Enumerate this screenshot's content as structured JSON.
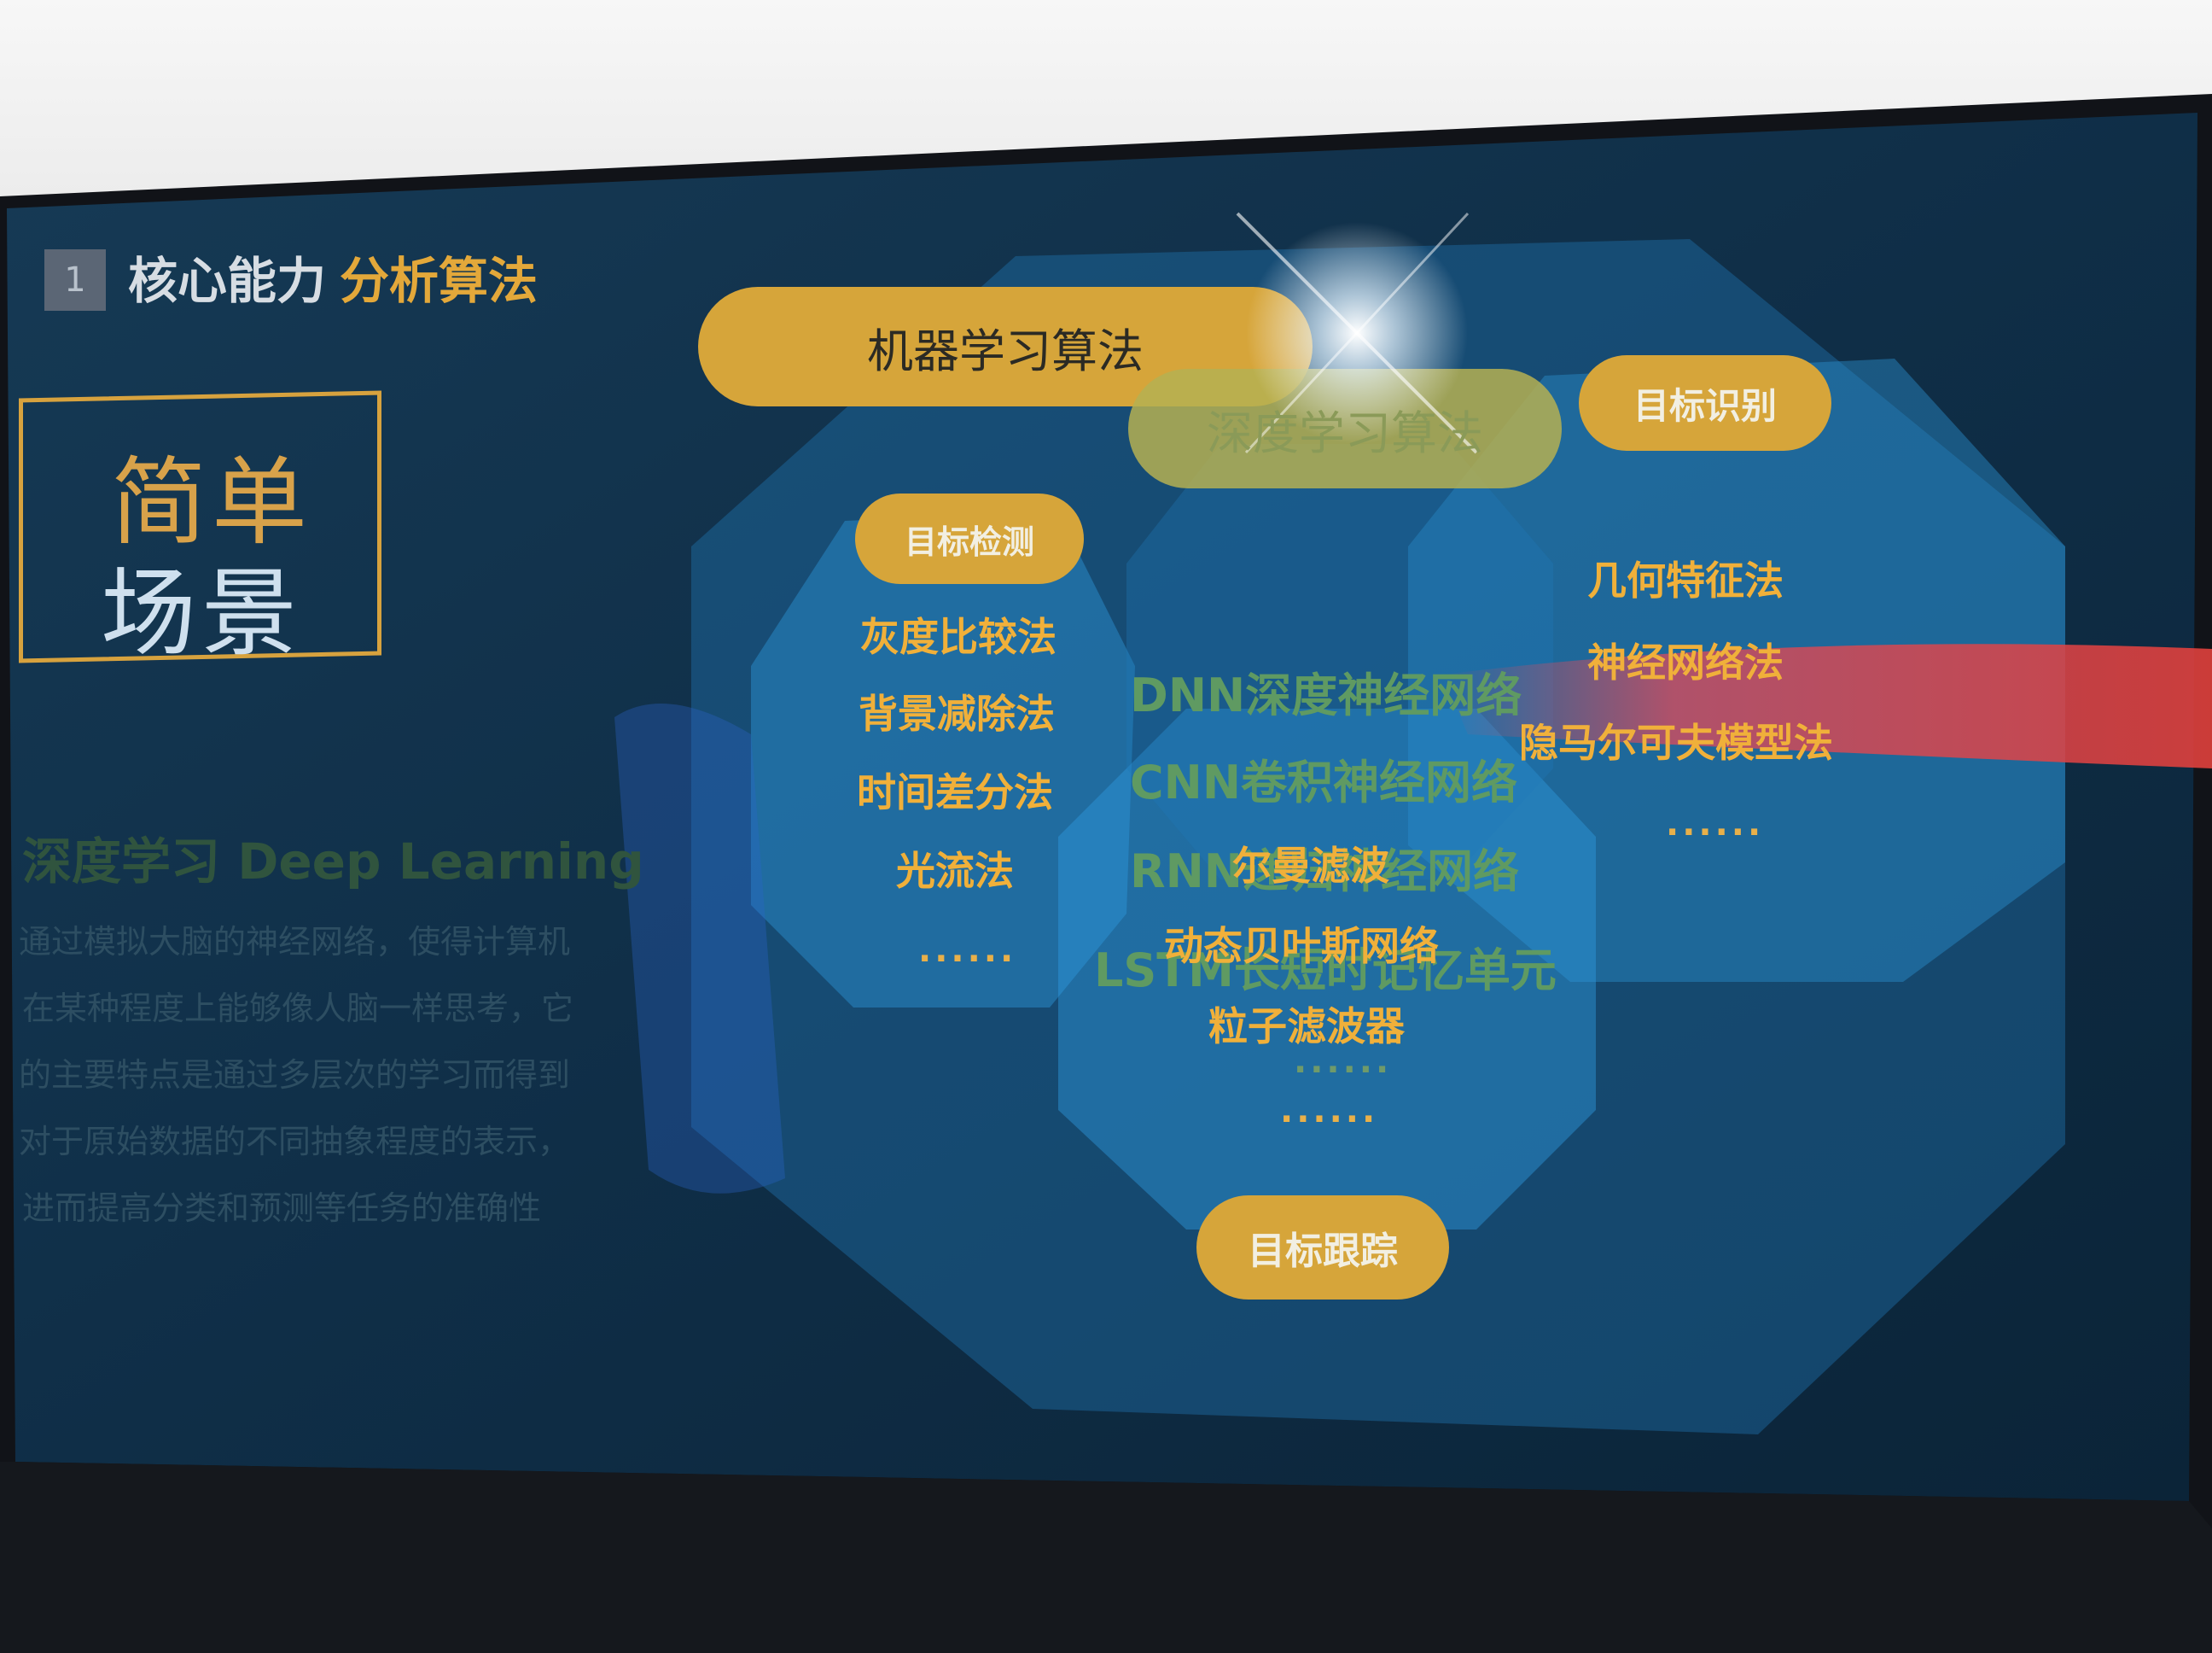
{
  "header": {
    "number": "1",
    "title_part1": "核心能力",
    "title_part2": "分析算法"
  },
  "scene": {
    "line1": "简单",
    "line2": "场景"
  },
  "deep_learning": {
    "title": "深度学习 Deep Learning",
    "lines": [
      "通过模拟大脑的神经网络，使得计算机",
      "在某种程度上能够像人脑一样思考，它",
      "的主要特点是通过多层次的学习而得到",
      "对于原始数据的不同抽象程度的表示，",
      "进而提高分类和预测等任务的准确性"
    ]
  },
  "pills": {
    "machine_learning": "机器学习算法",
    "deep_learning_algo": "深度学习算法",
    "target_recognition": "目标识别",
    "target_detection": "目标检测",
    "target_tracking": "目标跟踪"
  },
  "detection_items": [
    "灰度比较法",
    "背景减除法",
    "时间差分法",
    "光流法",
    "......"
  ],
  "recognition_items": [
    "几何特征法",
    "神经网络法",
    "隐马尔可夫模型法",
    "......"
  ],
  "deep_items": [
    "DNN深度神经网络",
    "CNN卷积神经网络",
    "RNN递归神经网络",
    "LSTM长短时记忆单元",
    "......"
  ],
  "tracking_items": [
    "尔曼滤波",
    "动态贝叶斯网络",
    "粒子滤波器",
    "......"
  ],
  "colors": {
    "screen_bg": "#0f2d45",
    "octagon": "#1f78b8",
    "pill_gold": "#d6a53a",
    "accent_orange": "#e3a83a",
    "text_gold": "#f0b03a",
    "text_green": "#5f9a62"
  }
}
